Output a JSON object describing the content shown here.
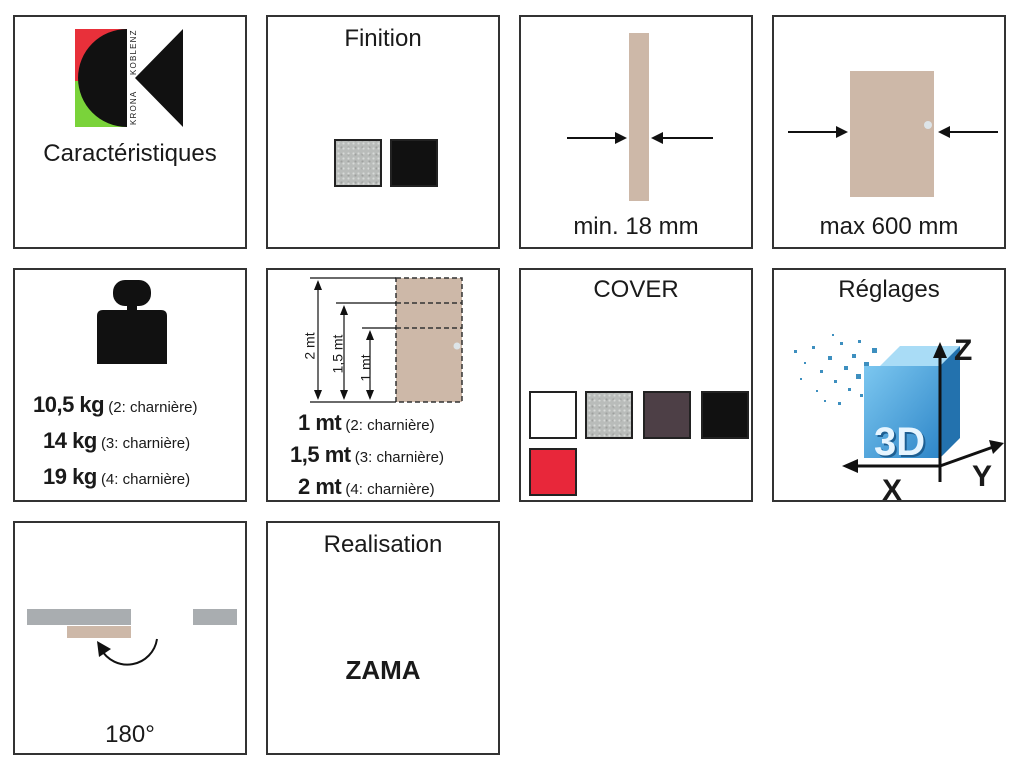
{
  "brand": {
    "logo_text_left": "KRONA",
    "logo_text_right": "KOBLENZ",
    "caption": "Caractéristiques",
    "colors": {
      "red": "#e8303a",
      "green": "#7ad33a",
      "black": "#111111"
    }
  },
  "finition": {
    "title": "Finition",
    "swatches": [
      {
        "name": "grey-speckle",
        "color": "#b9bcba"
      },
      {
        "name": "black",
        "color": "#111111"
      }
    ]
  },
  "thickness": {
    "label": "min. 18 mm",
    "icon": "door-edge-thickness-icon"
  },
  "width": {
    "label": "max 600 mm",
    "icon": "door-width-icon"
  },
  "weight": {
    "icon": "weight-icon",
    "lines": [
      {
        "value": "10,5 kg",
        "note": "(2: charnière)"
      },
      {
        "value": "14 kg",
        "note": "(3: charnière)"
      },
      {
        "value": "19 kg",
        "note": "(4: charnière)"
      }
    ]
  },
  "height": {
    "dims": [
      "2 mt",
      "1,5 mt",
      "1 mt"
    ],
    "lines": [
      {
        "value": "1 mt",
        "note": "(2: charnière)"
      },
      {
        "value": "1,5 mt",
        "note": "(3: charnière)"
      },
      {
        "value": "2 mt",
        "note": "(4: charnière)"
      }
    ]
  },
  "cover": {
    "title": "COVER",
    "swatches": [
      {
        "name": "white",
        "color": "#ffffff"
      },
      {
        "name": "grey-speckle",
        "color": "#b9bcba"
      },
      {
        "name": "aubergine",
        "color": "#4d3f46"
      },
      {
        "name": "black",
        "color": "#111111"
      },
      {
        "name": "red",
        "color": "#e8273a"
      }
    ]
  },
  "reglages": {
    "title": "Réglages",
    "badge": "3D",
    "axes": {
      "z": "Z",
      "x": "X",
      "y": "Y"
    }
  },
  "opening": {
    "label": "180°",
    "icon": "rotation-arrow-icon"
  },
  "realisation": {
    "title": "Realisation",
    "material": "ZAMA"
  }
}
